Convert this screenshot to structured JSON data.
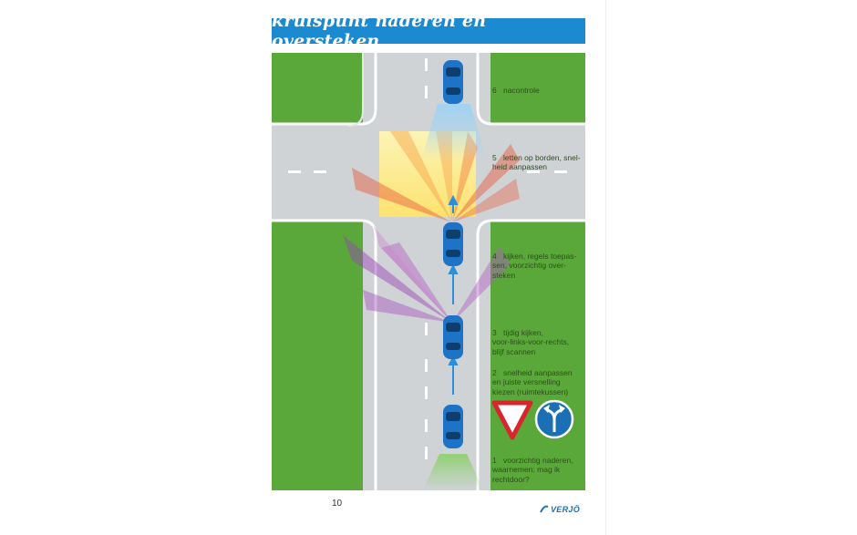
{
  "page": {
    "title": "kruispunt naderen en oversteken",
    "page_number": "10",
    "publisher_logo": "VERJÖ"
  },
  "steps": [
    {
      "number": "6",
      "text": "nacontrole"
    },
    {
      "number": "5",
      "text": "letten op borden, snel-\nheid aanpassen"
    },
    {
      "number": "4",
      "text": "kijken, regels toepas-\nsen, voorzichtig over-\nsteken"
    },
    {
      "number": "3",
      "text": "tijdig kijken,\nvoor-links-voor-rechts,\nblijf scannen"
    },
    {
      "number": "2",
      "text": "snelheid aanpassen\nen juiste versnelling\nkiezen (ruimtekussen)"
    },
    {
      "number": "1",
      "text": "voorzichtig naderen,\nwaarnemen: mag ik\nrechtdoor?"
    }
  ],
  "signs": [
    {
      "name": "yield-sign",
      "shape": "inverted-triangle",
      "color": "#d8262c"
    },
    {
      "name": "straight-or-left-right-sign",
      "shape": "circle",
      "color": "#1b6fb5"
    }
  ],
  "colors": {
    "banner": "#1b8ad0",
    "grass": "#5ba83a",
    "road": "#cfd3d6",
    "car": "#1d74c7"
  }
}
